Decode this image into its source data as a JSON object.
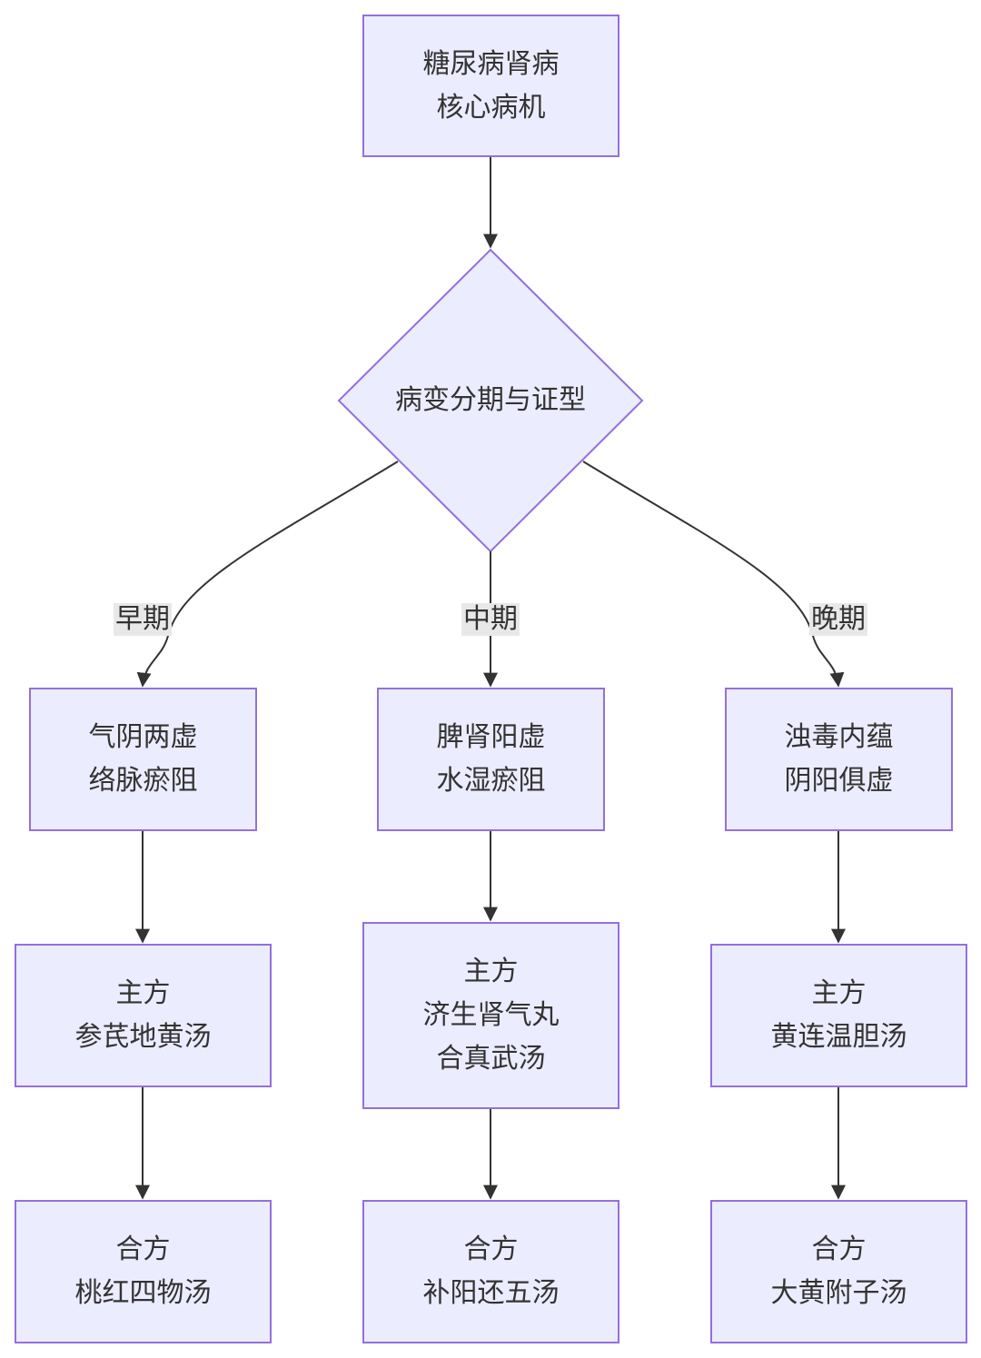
{
  "diagram": {
    "root": {
      "line1": "糖尿病肾病",
      "line2": "核心病机"
    },
    "decision": {
      "label": "病变分期与证型"
    },
    "stages": [
      {
        "edge_label": "早期",
        "syndrome": {
          "line1": "气阴两虚",
          "line2": "络脉瘀阻"
        },
        "main_formula": {
          "line1": "主方",
          "line2": "参芪地黄汤"
        },
        "combined_formula": {
          "line1": "合方",
          "line2": "桃红四物汤"
        }
      },
      {
        "edge_label": "中期",
        "syndrome": {
          "line1": "脾肾阳虚",
          "line2": "水湿瘀阻"
        },
        "main_formula": {
          "line1": "主方",
          "line2": "济生肾气丸",
          "line3": "合真武汤"
        },
        "combined_formula": {
          "line1": "合方",
          "line2": "补阳还五汤"
        }
      },
      {
        "edge_label": "晚期",
        "syndrome": {
          "line1": "浊毒内蕴",
          "line2": "阴阳俱虚"
        },
        "main_formula": {
          "line1": "主方",
          "line2": "黄连温胆汤"
        },
        "combined_formula": {
          "line1": "合方",
          "line2": "大黄附子汤"
        }
      }
    ],
    "colors": {
      "node_fill": "#ececff",
      "node_border": "#9370db",
      "edge": "#333333",
      "label_bg": "#e8e8e8",
      "text": "#333333"
    }
  }
}
